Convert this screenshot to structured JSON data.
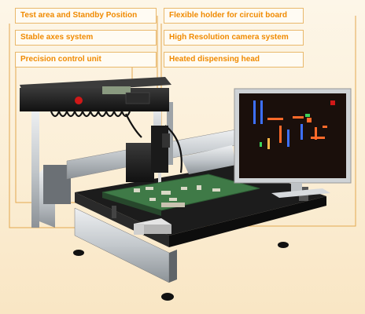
{
  "labels": {
    "test_area": "Test area and Standby Position",
    "stable_axes": "Stable axes system",
    "precision_control": "Precision control unit",
    "flexible_holder": "Flexible holder for circuit board",
    "camera_system": "High Resolution camera system",
    "dispensing_head": "Heated dispensing head"
  },
  "colors": {
    "label_text": "#f08a00",
    "label_border": "#e9b86b",
    "leader_line": "#e3a84f",
    "frame_dark": "#232323",
    "aluminum": "#c9cdd0",
    "pcb_green": "#3f7a47",
    "monitor_screen": "#1a0f0b",
    "control_button": "#d01818"
  },
  "icons": [
    "monitor-icon",
    "camera-icon",
    "pcb-icon"
  ]
}
